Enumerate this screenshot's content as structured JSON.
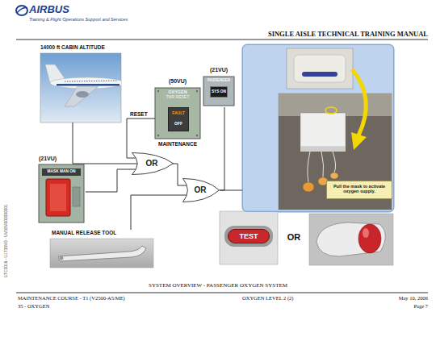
{
  "diagram": {
    "caption": "SYSTEM OVERVIEW - PASSENGER OXYGEN SYSTEM",
    "nodes": [
      {
        "text": [
          "14000 ft CABIN ALTITUDE"
        ]
      },
      {
        "text": [
          "(50VU)",
          "OXYGEN",
          "TMR RESET",
          "MAINTENANCE"
        ]
      },
      {
        "text": [
          "FAULT",
          "OFF"
        ],
        "in": 1
      },
      {
        "text": [
          "(21VU)",
          "PASSENGER"
        ]
      },
      {
        "text": [
          "SYS ON"
        ],
        "in": 3
      },
      {
        "text": [
          "(21VU)",
          "MASK MAN ON"
        ]
      },
      {
        "text": [
          "OR"
        ]
      },
      {
        "text": [
          "OR"
        ]
      },
      {
        "text": [
          "MANUAL RELEASE TOOL"
        ]
      },
      {
        "text": []
      },
      {
        "text": [
          "Pull the mask to activate oxygen supply."
        ],
        "in": 9
      },
      {
        "text": [
          "TEST"
        ]
      }
    ],
    "edges": [
      {
        "from": 0,
        "to": 6,
        "arrow": "none"
      },
      {
        "from": 1,
        "to": 6,
        "label": "RESET",
        "arrow": "none"
      },
      {
        "from": 5,
        "to": 6,
        "arrow": "none"
      },
      {
        "from": 6,
        "to": 7,
        "arrow": "none"
      },
      {
        "from": 8,
        "to": 7,
        "arrow": "none"
      },
      {
        "from": 7,
        "to": 3,
        "arrow": "none"
      },
      {
        "from": 7,
        "to": 9,
        "arrow": "none"
      }
    ],
    "labels": [
      "AIRBUS",
      "Training & Flight Operations Support and Services",
      "SINGLE AISLE TECHNICAL TRAINING MANUAL",
      "OR",
      "MAINTENANCE COURSE - T1 (V2500-A5/ME)",
      "35 - OXYGEN",
      "OXYGEN LEVEL 2 (2)",
      "May 10, 2006",
      "Page 7",
      "UTC0016 - U1T35M0 - UM35M000000001"
    ]
  }
}
